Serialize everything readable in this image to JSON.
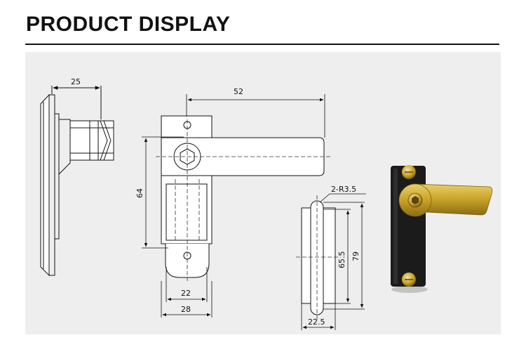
{
  "title": "PRODUCT DISPLAY",
  "dimensions": {
    "side_depth": "25",
    "handle_length": "52",
    "height_64": "64",
    "base_width_22": "22",
    "base_width_28": "28",
    "slot_radius": "2-R3.5",
    "slot_height_655": "65.5",
    "slot_height_79": "79",
    "slot_width": "22.5"
  },
  "colors": {
    "line": "#111111",
    "dash": "#333333",
    "panel": "#eeeeee",
    "plate_black": "#1b1b1b",
    "brass": "#c9a227"
  }
}
